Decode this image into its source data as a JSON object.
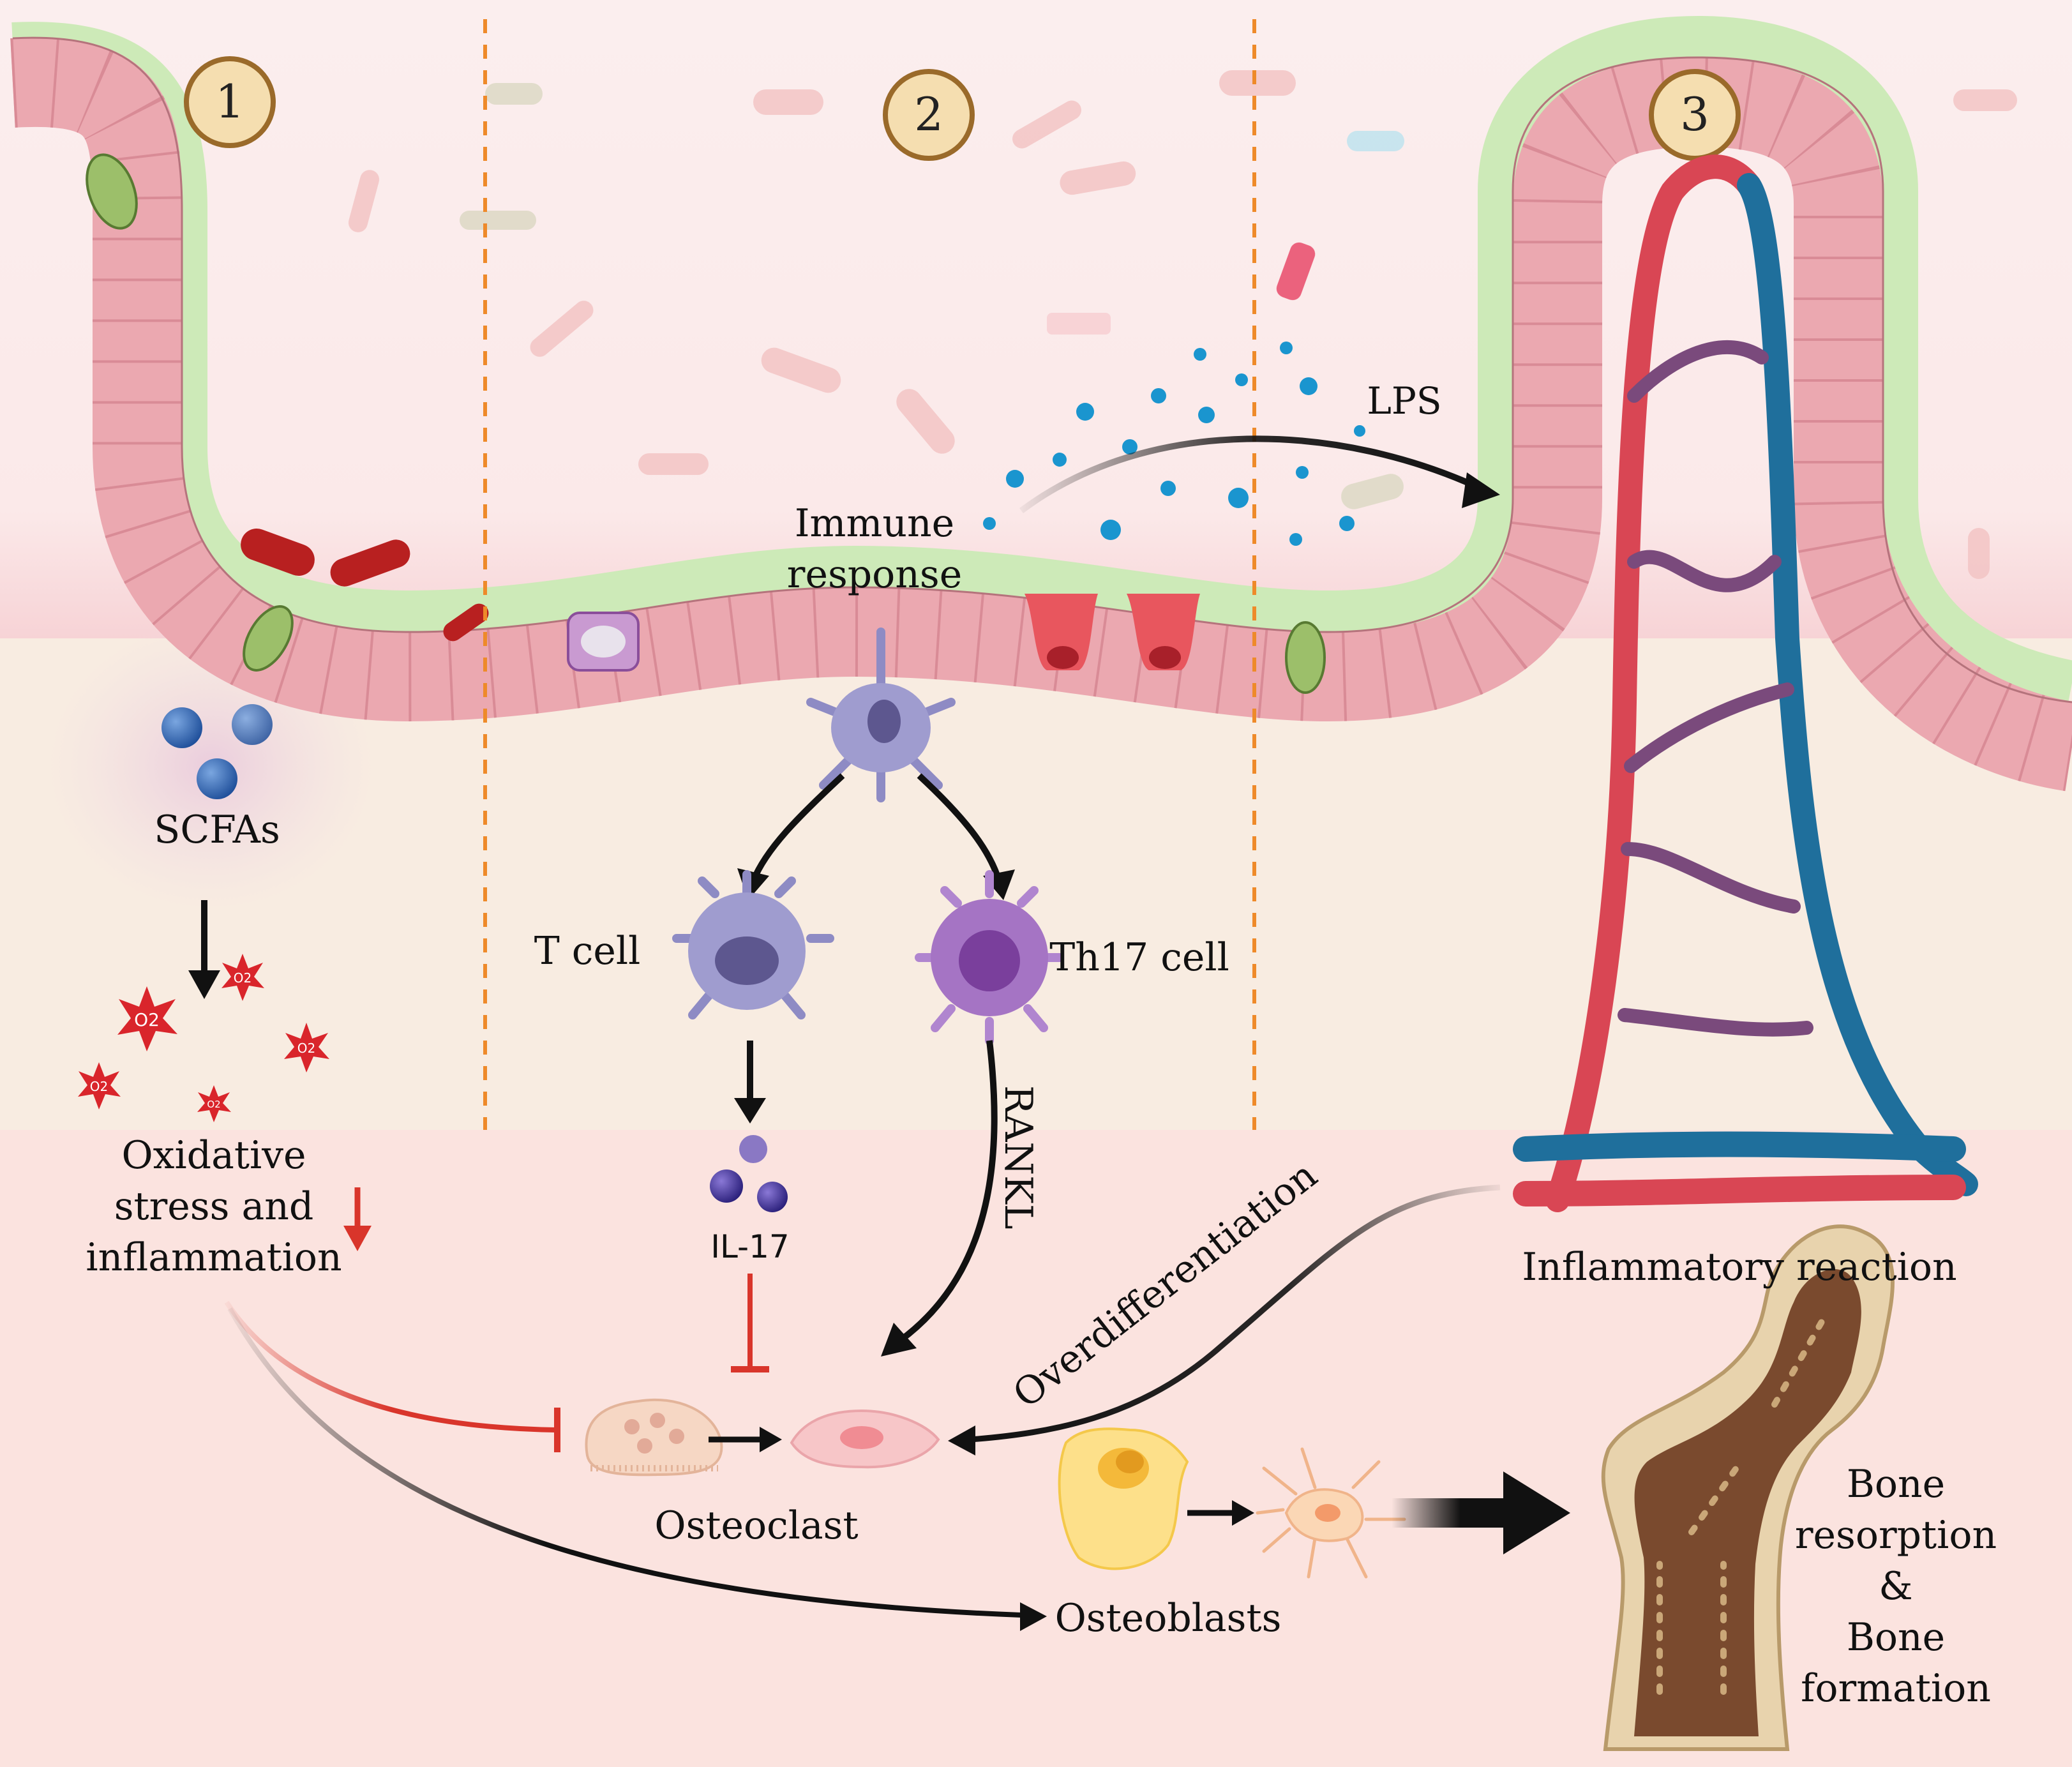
{
  "steps": {
    "one": "1",
    "two": "2",
    "three": "3"
  },
  "labels": {
    "lps": "LPS",
    "immune_line1": "Immune",
    "immune_line2": "response",
    "scfas": "SCFAs",
    "t_cell": "T cell",
    "th17_cell": "Th17 cell",
    "rankl": "RANKL",
    "il17": "IL-17",
    "oxidative_line1": "Oxidative",
    "oxidative_line2": "stress and",
    "oxidative_line3": "inflammation",
    "overdifferentiation": "Overdifferentiation",
    "inflammatory_reaction": "Inflammatory reaction",
    "osteoclast": "Osteoclast",
    "osteoblasts": "Osteoblasts",
    "bone_line1": "Bone",
    "bone_line2": "resorption",
    "bone_line3": "&",
    "bone_line4": "Bone",
    "bone_line5": "formation",
    "o2": "O2"
  },
  "colors": {
    "lumen": "#fbe9e9",
    "tissue": "#f8ece1",
    "lower_band": "#fbe3df",
    "epithelium": "#eba8b0",
    "mucus": "#d6f0c0",
    "divider": "#ee8a2a",
    "circle_fill": "#f5deb0",
    "circle_stroke": "#9a6a2a",
    "artery": "#d94654",
    "vein": "#1f6f9c",
    "inhibit": "#d9352b",
    "immune_cell": "#9f9ccf",
    "th17": "#a574c4",
    "il17": "#4a3f9e",
    "lps_dot": "#1a95cf",
    "bone": "#e8d3ad",
    "marrow": "#7a4a2e"
  }
}
